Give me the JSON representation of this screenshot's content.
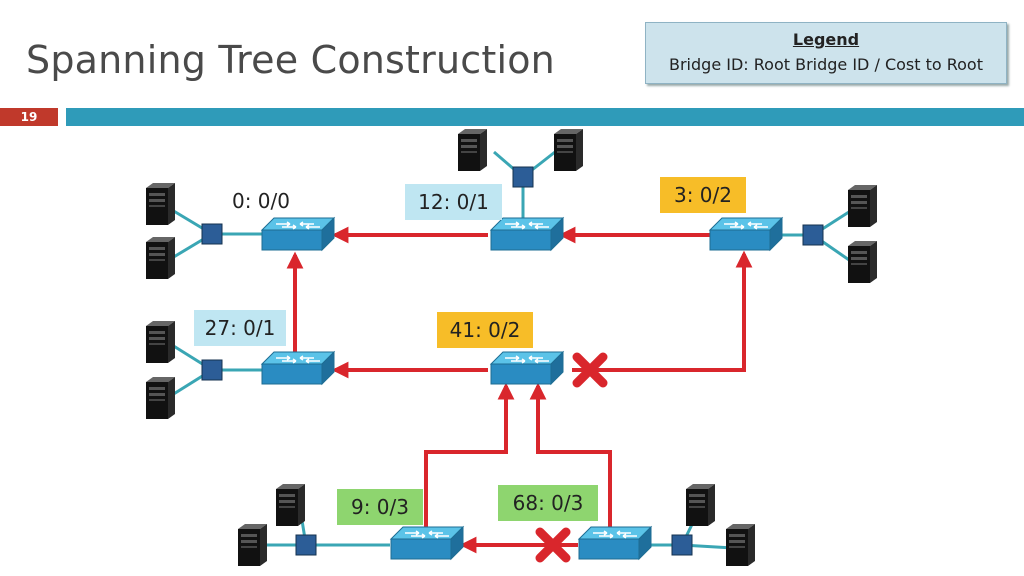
{
  "slide": {
    "title": "Spanning Tree Construction",
    "number": "19"
  },
  "legend": {
    "heading": "Legend",
    "body": "Bridge ID: Root Bridge ID / Cost to Root"
  },
  "bridges": [
    {
      "label": "0: 0/0"
    },
    {
      "label": "12: 0/1"
    },
    {
      "label": "3: 0/2"
    },
    {
      "label": "27: 0/1"
    },
    {
      "label": "41: 0/2"
    },
    {
      "label": "9: 0/3"
    },
    {
      "label": "68: 0/3"
    }
  ],
  "colors": {
    "active_link": "#d9262c",
    "host_link": "#3aa6b4",
    "blocked_mark": "#d9262c",
    "label_cyan": "#bfe6f2",
    "label_orange": "#f7bd28",
    "label_green": "#8ed56f"
  },
  "icons": [
    "switch-icon",
    "server-icon",
    "hub-icon",
    "blocked-x-icon"
  ]
}
